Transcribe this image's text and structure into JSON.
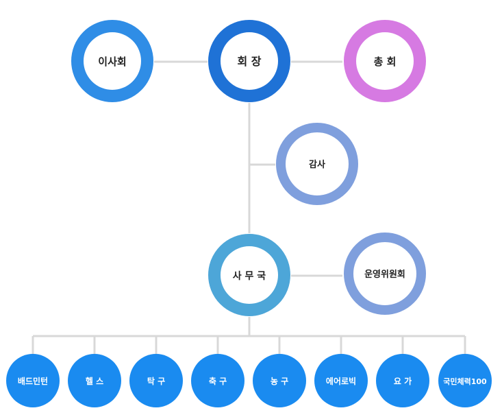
{
  "nodes": {
    "board": {
      "label": "이사회",
      "ring": "#2f8de6"
    },
    "president": {
      "label": "회 장",
      "ring": "#1f72d6"
    },
    "general_assembly": {
      "label": "총 회",
      "ring": "#d67ae2"
    },
    "auditor": {
      "label": "감사",
      "ring": "#7f9fdd"
    },
    "secretariat": {
      "label": "사 무 국",
      "ring": "#4da6d8"
    },
    "operating_committee": {
      "label": "운영위원회",
      "ring": "#7f9fdd"
    }
  },
  "clubs": [
    {
      "label": "배드민턴"
    },
    {
      "label": "헬 스"
    },
    {
      "label": "탁 구"
    },
    {
      "label": "축 구"
    },
    {
      "label": "농 구"
    },
    {
      "label": "에어로빅"
    },
    {
      "label": "요 가"
    },
    {
      "label": "국민체력100"
    }
  ],
  "colors": {
    "connector": "#d8d8d8",
    "club_fill": "#1a8bf0",
    "club_text": "#ffffff",
    "node_text": "#222222"
  }
}
